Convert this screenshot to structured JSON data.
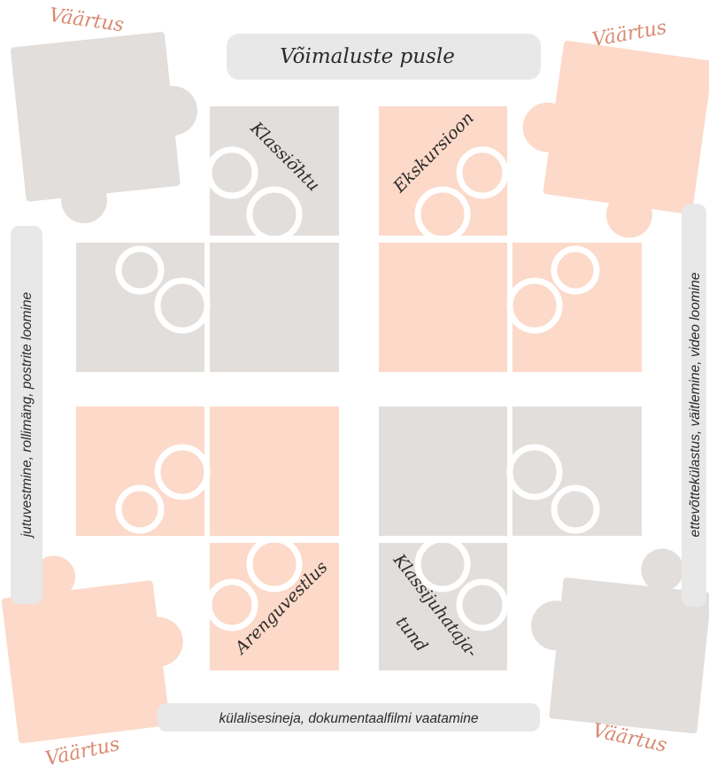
{
  "title": "Võimaluste pusle",
  "corner_label": "Väärtus",
  "inner_labels": {
    "top_left": "Klassiõhtu",
    "top_right": "Ekskursioon",
    "bottom_left": "Arenguvestlus",
    "bottom_right_line1": "Klassijuhataja-",
    "bottom_right_line2": "tund"
  },
  "side_labels": {
    "left": "jutuvestmine,  rollimäng,  postrite loomine",
    "right": "ettevõttekülastus,  väitlemine,  video loomine",
    "bottom": "külalisesineja, dokumentaalfilmi vaatamine"
  },
  "colors": {
    "grey": "#e2dedb",
    "peach": "#fcd9c8",
    "label_box": "#e8e8e8",
    "corner_text": "#d98a72",
    "dark_text": "#2b2b2b",
    "gap": "#ffffff"
  }
}
